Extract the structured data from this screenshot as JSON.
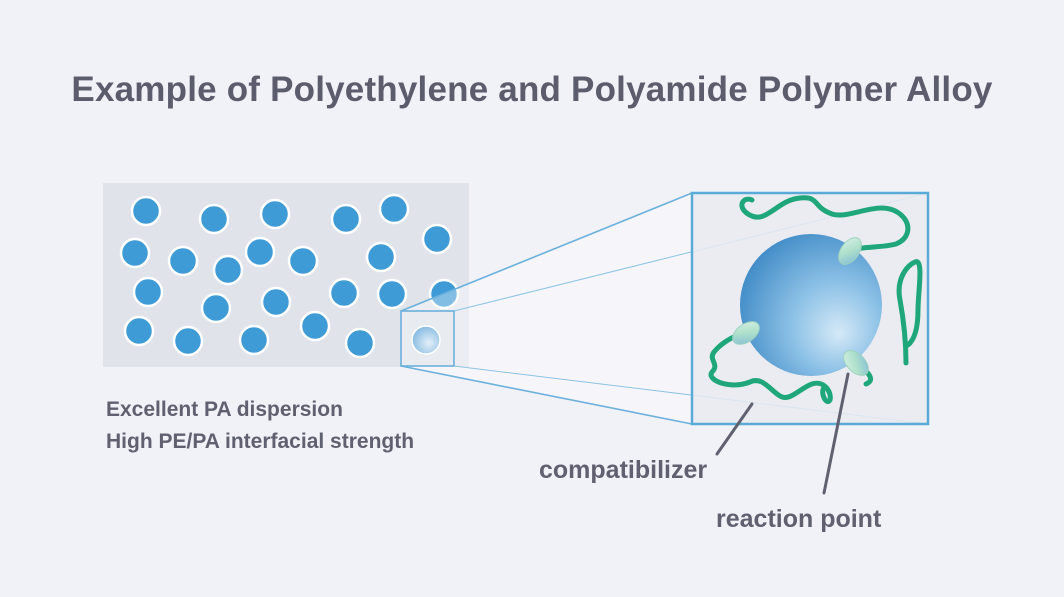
{
  "title": "Example of Polyethylene and Polyamide Polymer Alloy",
  "notes": [
    "Excellent PA dispersion",
    "High PE/PA interfacial strength"
  ],
  "labels": {
    "compatibilizer": "compatibilizer",
    "reaction_point": "reaction point"
  },
  "colors": {
    "background": "#f1f2f7",
    "matrix_panel": "#e2e4ec",
    "particle": "#3f9bd6",
    "frame": "#5aaad8",
    "compatibilizer_chain": "#1fa67a",
    "text": "#5d5f6e"
  }
}
